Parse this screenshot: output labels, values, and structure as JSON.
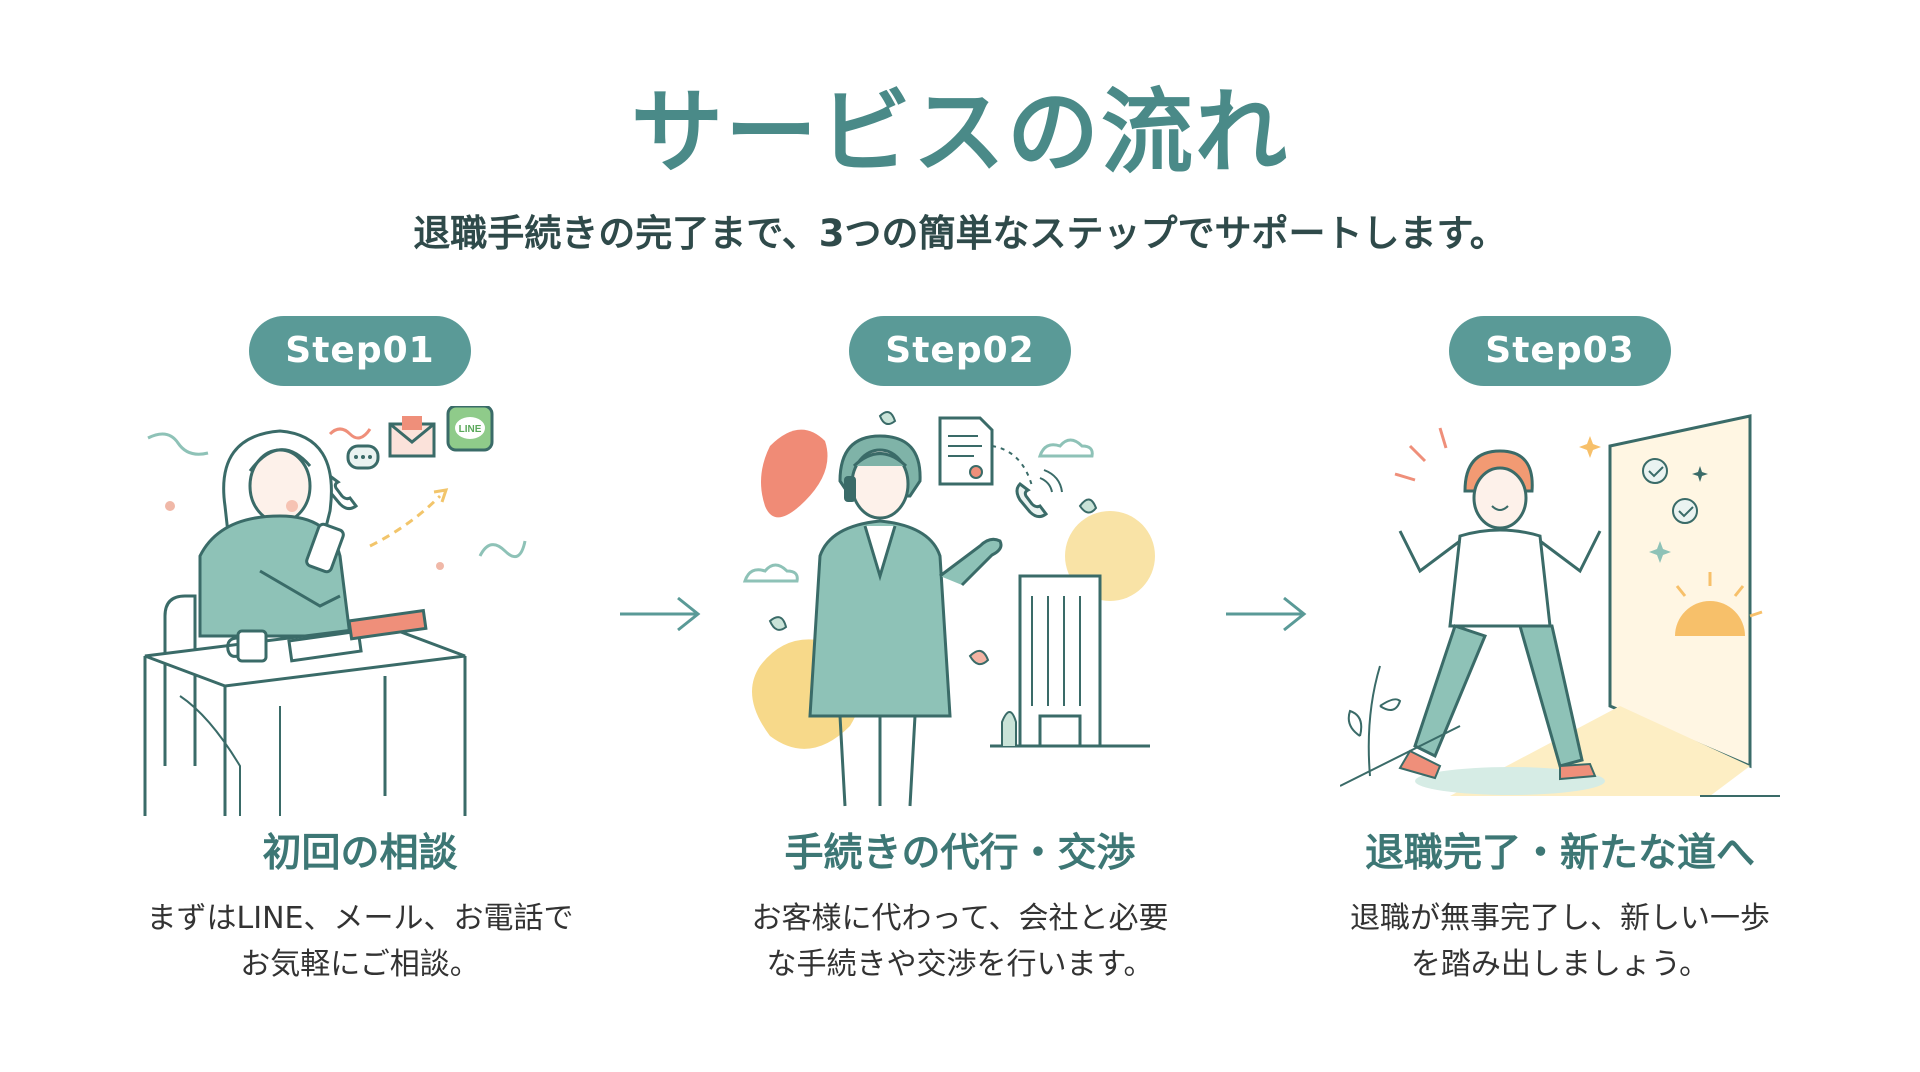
{
  "header": {
    "title": "サービスの流れ",
    "subtitle": "退職手続きの完了まで、3つの簡単なステップでサポートします。"
  },
  "steps": [
    {
      "badge": "Step01",
      "title": "初回の相談",
      "desc_lines": [
        "まずはLINE、メール、お電話で",
        "お気軽にご相談。"
      ],
      "line_icon_text": "LINE"
    },
    {
      "badge": "Step02",
      "title": "手続きの代行・交渉",
      "desc_lines": [
        "お客様に代わって、会社と必要",
        "な手続きや交渉を行います。"
      ]
    },
    {
      "badge": "Step03",
      "title": "退職完了・新たな道へ",
      "desc_lines": [
        "退職が無事完了し、新しい一歩",
        "を踏み出しましょう。"
      ]
    }
  ],
  "colors": {
    "accent": "#5a9a97",
    "title": "#4a8a88",
    "step_title": "#3d7775",
    "coral": "#ef8f7a",
    "yellow": "#f7d98a",
    "mint": "#8ec2b7"
  },
  "icons": [
    "arrow-right-icon",
    "phone-icon",
    "chat-bubble-icon",
    "envelope-icon",
    "line-app-icon",
    "document-icon",
    "building-icon",
    "check-icon",
    "sparkle-icon",
    "sun-icon",
    "leaf-icon",
    "cloud-icon"
  ]
}
